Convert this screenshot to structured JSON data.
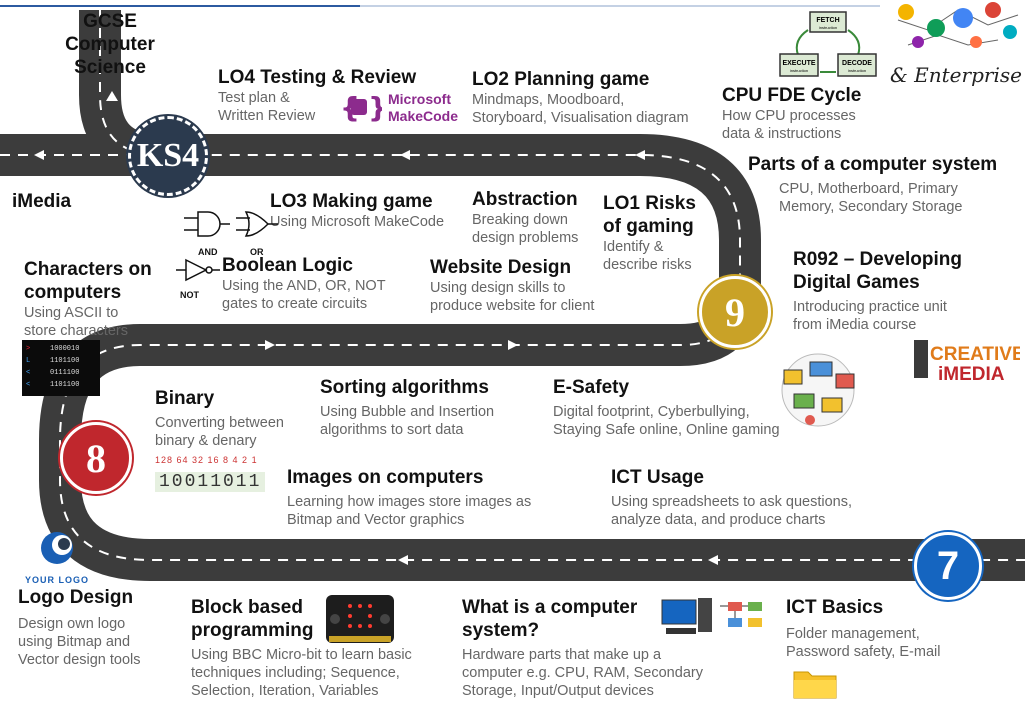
{
  "header": {
    "title": "GCSE Computer Science",
    "line1": "GCSE",
    "line2": "Computer",
    "line3": "Science",
    "imedia": "iMedia"
  },
  "badges": {
    "ks4": "KS4",
    "nine": "9",
    "eight": "8",
    "seven": "7"
  },
  "topics": {
    "lo4": {
      "title": "LO4 Testing & Review",
      "desc1": "Test plan &",
      "desc2": "Written Review"
    },
    "lo2": {
      "title": "LO2 Planning game",
      "desc1": "Mindmaps, Moodboard,",
      "desc2": "Storyboard, Visualisation diagram"
    },
    "cpu_fde": {
      "title": "CPU FDE Cycle",
      "desc1": "How CPU processes",
      "desc2": "data & instructions"
    },
    "parts": {
      "title": "Parts of a computer system",
      "desc1": "CPU, Motherboard,  Primary",
      "desc2": "Memory, Secondary Storage"
    },
    "lo3": {
      "title": "LO3 Making game",
      "desc1": "Using Microsoft MakeCode"
    },
    "abstraction": {
      "title": "Abstraction",
      "desc1": "Breaking down",
      "desc2": "design problems"
    },
    "lo1": {
      "title1": "LO1 Risks",
      "title2": "of gaming",
      "desc1": "Identify &",
      "desc2": "describe risks"
    },
    "r092": {
      "title1": "R092 – Developing",
      "title2": "Digital Games",
      "desc1": "Introducing practice unit",
      "desc2": "from iMedia course"
    },
    "characters": {
      "title1": "Characters on",
      "title2": "computers",
      "desc1": "Using ASCII to",
      "desc2": "store characters"
    },
    "boolean": {
      "title": "Boolean Logic",
      "desc1": "Using the AND, OR, NOT",
      "desc2": "gates to create circuits"
    },
    "website": {
      "title": "Website Design",
      "desc1": "Using design skills to",
      "desc2": "produce website for client"
    },
    "binary": {
      "title": "Binary",
      "desc1": "Converting between",
      "desc2": "binary & denary"
    },
    "sorting": {
      "title": "Sorting algorithms",
      "desc1": "Using Bubble and Insertion",
      "desc2": "algorithms to sort data"
    },
    "esafety": {
      "title": "E-Safety",
      "desc1": "Digital footprint, Cyberbullying,",
      "desc2": "Staying Safe online, Online gaming"
    },
    "images": {
      "title": "Images on computers",
      "desc1": "Learning how images store images as",
      "desc2": "Bitmap and Vector graphics"
    },
    "ict_usage": {
      "title": "ICT Usage",
      "desc1": "Using spreadsheets to ask questions,",
      "desc2": "analyze data, and produce charts"
    },
    "logo_design": {
      "title": "Logo Design",
      "desc1": "Design own logo",
      "desc2": "using Bitmap and",
      "desc3": "Vector design tools"
    },
    "block": {
      "title1": "Block based",
      "title2": "programming",
      "desc1": "Using BBC Micro-bit to learn basic",
      "desc2": "techniques including; Sequence,",
      "desc3": "Selection, Iteration, Variables"
    },
    "what_is": {
      "title1": "What is a computer",
      "title2": "system?",
      "desc1": "Hardware parts that make up a",
      "desc2": "computer e.g. CPU, RAM, Secondary",
      "desc3": "Storage, Input/Output devices"
    },
    "ict_basics": {
      "title": "ICT Basics",
      "desc1": "Folder management,",
      "desc2": "Password safety, E-mail"
    }
  },
  "decor": {
    "makecode1": "Microsoft",
    "makecode2": "MakeCode",
    "fetch": "FETCH",
    "execute": "EXECUTE",
    "decode": "DECODE",
    "instruction": "instruction",
    "enterprise": "& Enterprise",
    "creative1": "CREATIVE",
    "creative2": "iMEDIA",
    "your_logo": "YOUR LOGO",
    "and": "AND",
    "or": "OR",
    "not": "NOT",
    "bin_weights": "128 64 32 16  8   4   2   1",
    "bin_digits": "10011011"
  },
  "colors": {
    "road": "#3c3c3c",
    "ks4": "#2b3a4e",
    "nine": "#c9a227",
    "eight": "#c0272d",
    "seven": "#1565c0"
  }
}
